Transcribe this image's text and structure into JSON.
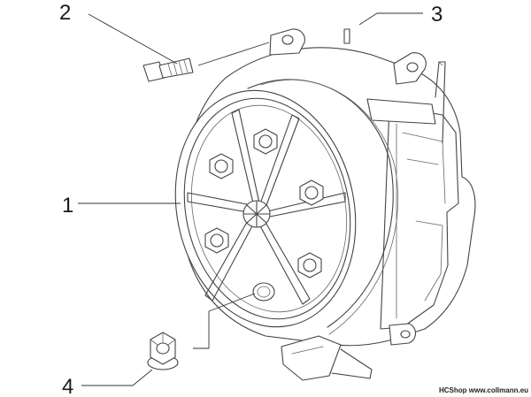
{
  "callouts": [
    {
      "label": "1",
      "part": "cover"
    },
    {
      "label": "2",
      "part": "screw"
    },
    {
      "label": "3",
      "part": "pin"
    },
    {
      "label": "4",
      "part": "nut"
    }
  ],
  "watermark": "HCShop www.collmann.eu"
}
